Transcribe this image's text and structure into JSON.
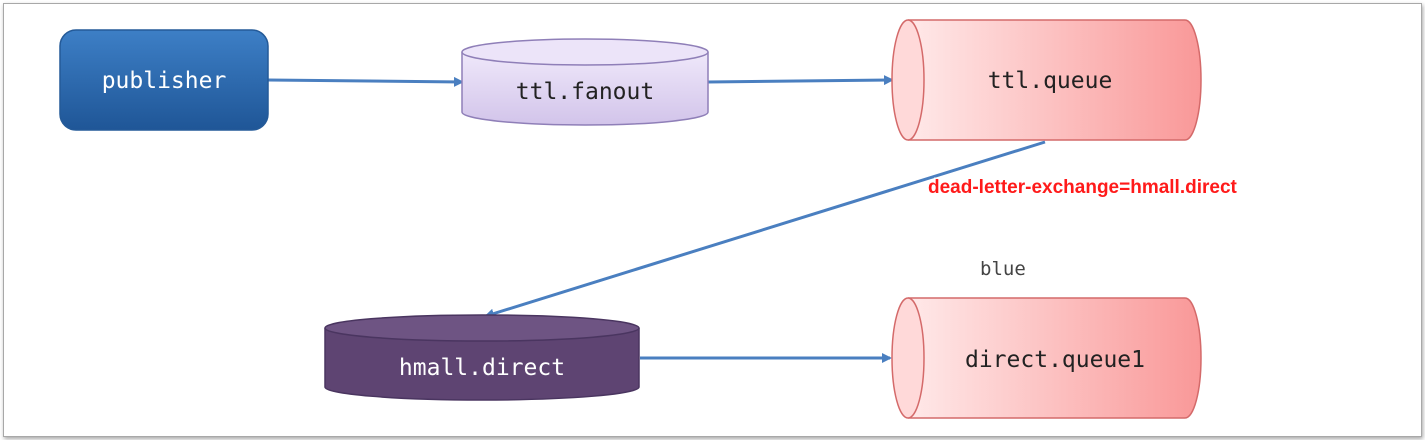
{
  "nodes": {
    "publisher": "publisher",
    "ttl_fanout": "ttl.fanout",
    "ttl_queue": "ttl.queue",
    "hmall_direct": "hmall.direct",
    "direct_queue1": "direct.queue1"
  },
  "labels": {
    "dead_letter": "dead-letter-exchange=hmall.direct",
    "routing_key": "blue"
  },
  "colors": {
    "arrow": "#4a7fc0",
    "dead_letter_text": "#ff1a1a",
    "publisher_fill": "#2e68ae",
    "fanout_fill": "#ddd3ef",
    "direct_fill": "#5e4472",
    "queue_fill": "#fcc5c5"
  }
}
